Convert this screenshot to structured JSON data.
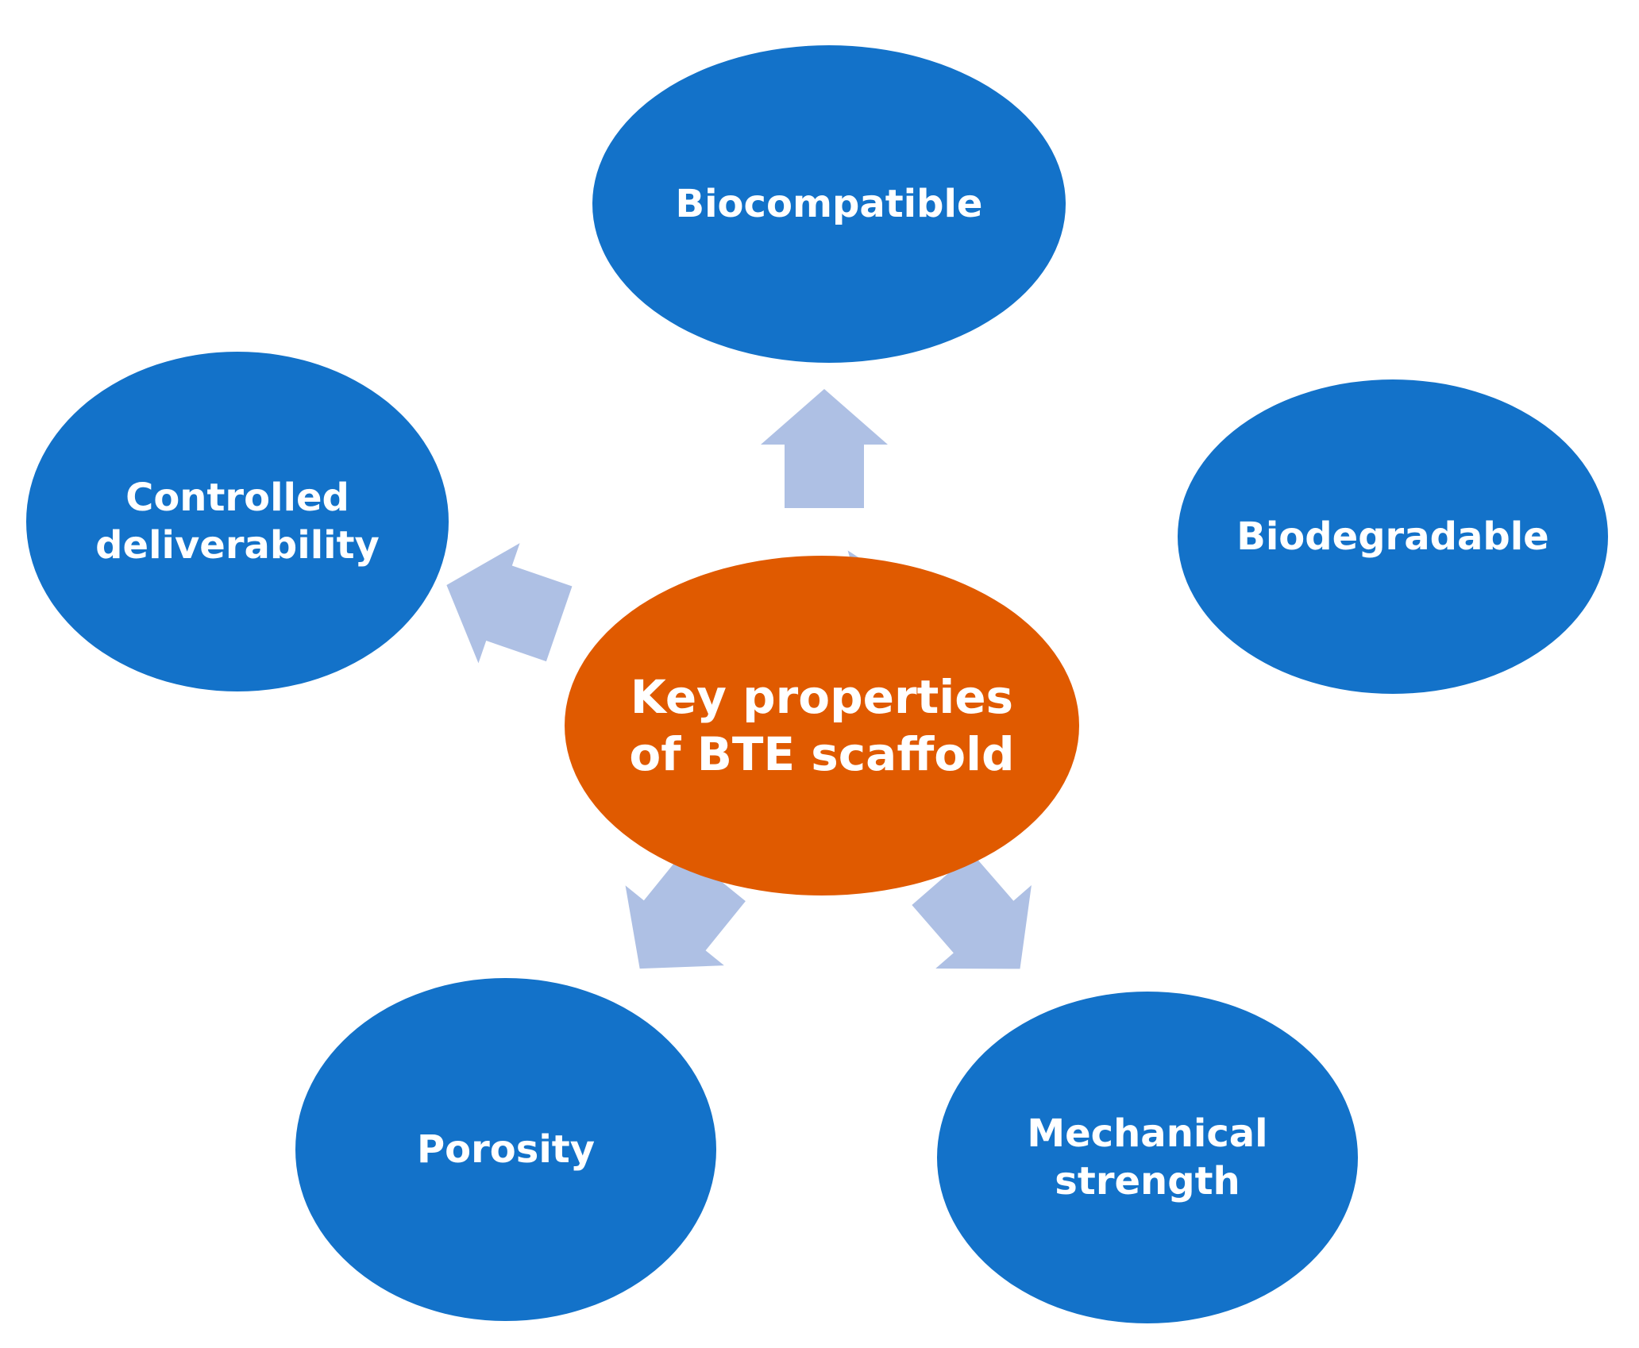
{
  "center": {
    "label": "Key properties\nof BTE scaffold",
    "color": "#e05a00"
  },
  "properties": [
    {
      "id": "top",
      "label": "Biocompatible"
    },
    {
      "id": "right",
      "label": "Biodegradable"
    },
    {
      "id": "left",
      "label": "Controlled\ndeliverability"
    },
    {
      "id": "bottom-left",
      "label": "Porosity"
    },
    {
      "id": "bottom-right",
      "label": "Mechanical\nstrength"
    }
  ],
  "colors": {
    "property_fill": "#1372c9",
    "arrow_fill": "#aec0e4",
    "text": "#ffffff"
  }
}
